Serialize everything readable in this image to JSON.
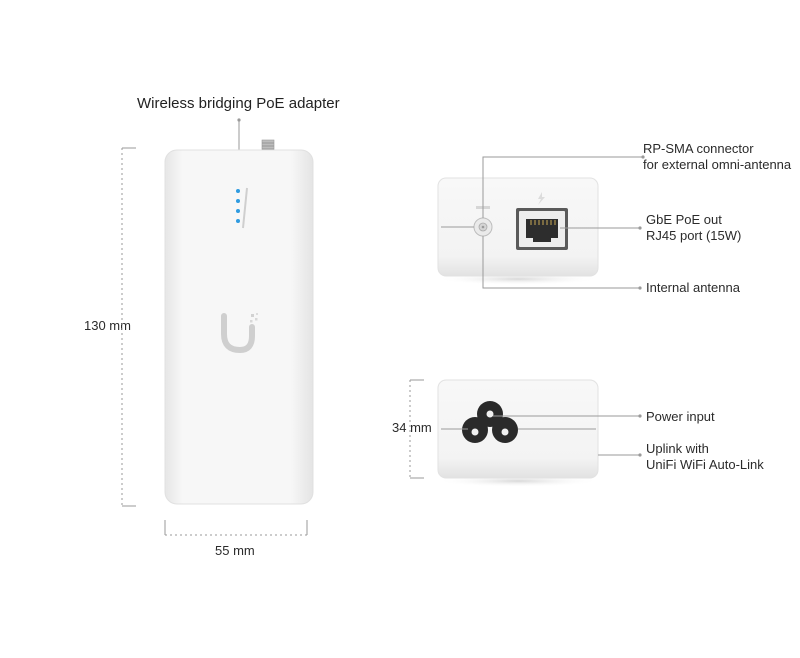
{
  "title": "Wireless bridging PoE adapter",
  "dimensions": {
    "height": "130 mm",
    "width": "55 mm",
    "depth": "34 mm"
  },
  "callouts": {
    "rp_sma_line1": "RP-SMA connector",
    "rp_sma_line2": "for external omni-antenna",
    "gbe_line1": "GbE PoE out",
    "gbe_line2": "RJ45 port (15W)",
    "internal_antenna": "Internal antenna",
    "power_input": "Power input",
    "uplink_line1": "Uplink with",
    "uplink_line2": "UniFi WiFi Auto-Link"
  },
  "colors": {
    "device_body": "#f2f2f2",
    "led": "#2f9be0",
    "guide_line": "#9a9a9a"
  }
}
